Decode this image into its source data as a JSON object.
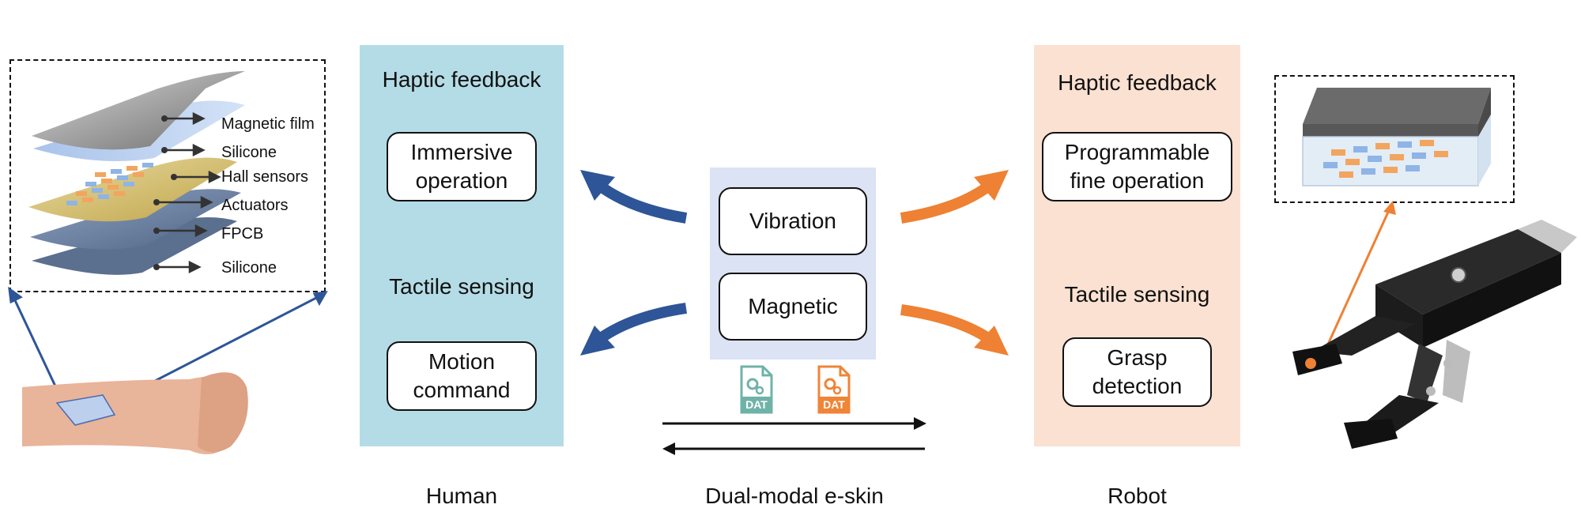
{
  "colors": {
    "human_panel": "#b4dce6",
    "robot_panel": "#fbe1d1",
    "center_panel": "#dbe3f4",
    "blue_arrow": "#2e5597",
    "orange_arrow": "#ee8133",
    "dat_teal": "#6fb3a8",
    "dat_orange": "#f08437"
  },
  "human_panel": {
    "haptic_title": "Haptic feedback",
    "haptic_box": "Immersive\noperation",
    "tactile_title": "Tactile sensing",
    "tactile_box": "Motion\ncommand"
  },
  "center_panel": {
    "vibration": "Vibration",
    "magnetic": "Magnetic",
    "dat_label_1": "DAT",
    "dat_label_2": "DAT"
  },
  "robot_panel": {
    "haptic_title": "Haptic feedback",
    "haptic_box": "Programmable\nfine operation",
    "tactile_title": "Tactile sensing",
    "tactile_box": "Grasp\ndetection"
  },
  "layers": {
    "magnetic_film": "Magnetic film",
    "silicone_top": "Silicone",
    "hall_sensors": "Hall sensors",
    "actuators": "Actuators",
    "fpcb": "FPCB",
    "silicone_bottom": "Silicone"
  },
  "captions": {
    "human": "Human",
    "eskin": "Dual-modal e-skin",
    "robot": "Robot"
  }
}
